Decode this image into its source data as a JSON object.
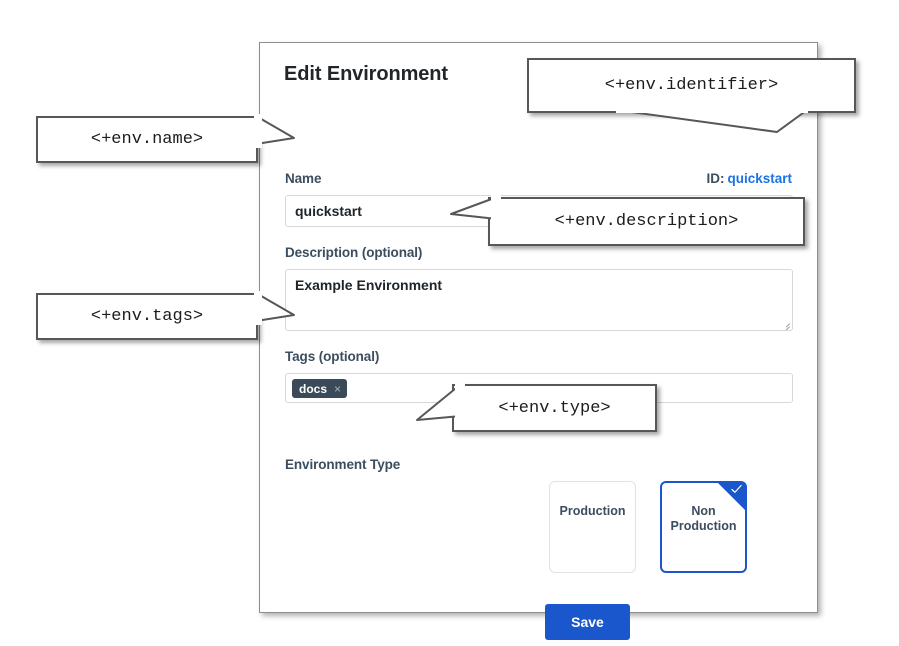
{
  "dialog": {
    "title": "Edit Environment",
    "identifier": {
      "label": "ID:",
      "value": "quickstart"
    },
    "fields": {
      "name": {
        "label": "Name",
        "value": "quickstart"
      },
      "description": {
        "label": "Description (optional)",
        "value": "Example Environment"
      },
      "tags": {
        "label": "Tags (optional)",
        "chips": [
          {
            "text": "docs",
            "remove": "×"
          }
        ]
      },
      "environment_type": {
        "label": "Environment Type",
        "options": [
          {
            "line1": "Production",
            "line2": "",
            "selected": false
          },
          {
            "line1": "Non",
            "line2": "Production",
            "selected": true
          }
        ]
      }
    },
    "save_label": "Save"
  },
  "callouts": {
    "name": "<+env.name>",
    "identifier": "<+env.identifier>",
    "description": "<+env.description>",
    "tags": "<+env.tags>",
    "type": "<+env.type>"
  },
  "colors": {
    "accent_blue": "#1a56cc",
    "link_blue": "#1a73e8",
    "label_slate": "#3c4d5e",
    "chip_slate": "#3b4a59",
    "panel_border": "#8d8d8d",
    "field_border": "#d6d9dc"
  }
}
